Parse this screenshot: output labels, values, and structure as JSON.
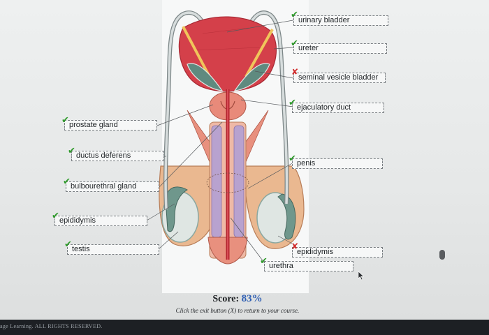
{
  "labels": {
    "urinary_bladder": {
      "text": "urinary bladder",
      "status": "correct"
    },
    "ureter": {
      "text": "ureter",
      "status": "correct"
    },
    "seminal_vesicle": {
      "text": "seminal vesicle bladder",
      "status": "incorrect"
    },
    "ejaculatory_duct": {
      "text": "ejaculatory duct",
      "status": "correct"
    },
    "penis": {
      "text": "penis",
      "status": "correct"
    },
    "epididymis_right": {
      "text": "epididymis",
      "status": "incorrect"
    },
    "urethra": {
      "text": "urethra",
      "status": "correct"
    },
    "prostate_gland": {
      "text": "prostate gland",
      "status": "correct"
    },
    "ductus_deferens": {
      "text": "ductus deferens",
      "status": "correct"
    },
    "bulbourethral_gland": {
      "text": "bulbourethral gland",
      "status": "correct"
    },
    "epididymis_left": {
      "text": "epididymis",
      "status": "correct"
    },
    "testis": {
      "text": "testis",
      "status": "correct"
    }
  },
  "icons": {
    "correct": "✔",
    "incorrect": "✘"
  },
  "colors": {
    "correct": "#2e9a2a",
    "incorrect": "#d12b2b",
    "score": "#2f5fb3",
    "bladder": "#d4404a",
    "prostate": "#e88a7a",
    "scrotum": "#eab890",
    "seminal_vesicle": "#5f8a7f",
    "erectile_tissue": "#b8a2cf"
  },
  "score": {
    "label": "Score:",
    "value": "83%",
    "hint": "Click the exit button (X) to return to your course."
  },
  "footer": {
    "copyright": "age Learning. ALL RIGHTS RESERVED."
  }
}
